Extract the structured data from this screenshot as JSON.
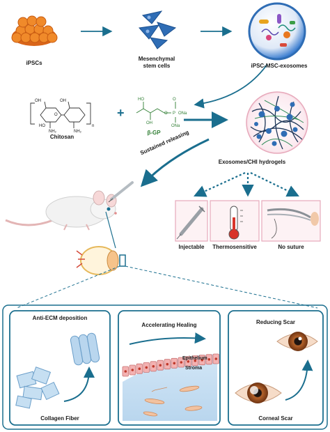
{
  "top_row": {
    "ipscs": "iPSCs",
    "msc_line1": "Mesenchymal",
    "msc_line2": "stem cells",
    "exosomes": "iPSC-MSC-exosomes"
  },
  "chemistry": {
    "chitosan": "Chitosan",
    "beta_gp": "β-GP",
    "plus": "+",
    "atoms": {
      "ho": "HO",
      "oh": "OH",
      "o": "O",
      "nh2": "NH₂",
      "p": "P",
      "ona": "ONa",
      "n": "n"
    }
  },
  "middle": {
    "sustained": "Sustained releasing",
    "hydrogel": "Exosomes/CHI hydrogels",
    "properties": [
      "Injectable",
      "Thermosensitive",
      "No suture"
    ]
  },
  "panels": {
    "anti_ecm": {
      "title": "Anti-ECM deposition",
      "caption": "Collagen Fiber"
    },
    "healing": {
      "title": "Accelerating Healing",
      "epithelium": "Epithelium",
      "stroma": "Stroma"
    },
    "scar": {
      "title": "Reducing Scar",
      "caption": "Corneal Scar"
    }
  },
  "colors": {
    "accent": "#1a6e8e",
    "cell_orange": "#e8771f",
    "cell_blue": "#2f6db5",
    "gp_green": "#2e7d32"
  }
}
